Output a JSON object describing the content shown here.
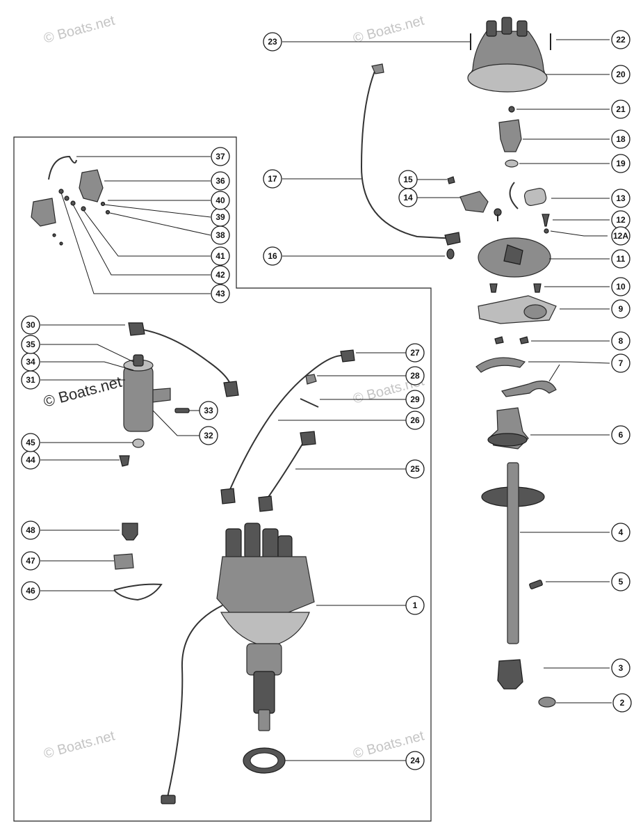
{
  "watermark": "© Boats.net",
  "callouts": [
    "1",
    "2",
    "3",
    "4",
    "5",
    "6",
    "7",
    "8",
    "9",
    "10",
    "11",
    "12",
    "12A",
    "13",
    "14",
    "15",
    "16",
    "17",
    "18",
    "19",
    "20",
    "21",
    "22",
    "23",
    "24",
    "25",
    "26",
    "27",
    "28",
    "29",
    "30",
    "31",
    "32",
    "33",
    "34",
    "35",
    "36",
    "37",
    "38",
    "39",
    "40",
    "41",
    "42",
    "43",
    "44",
    "45",
    "46",
    "47",
    "48"
  ],
  "colors": {
    "ink": "#1a1a1a",
    "part": "#8c8c8c",
    "paper": "#ffffff"
  }
}
